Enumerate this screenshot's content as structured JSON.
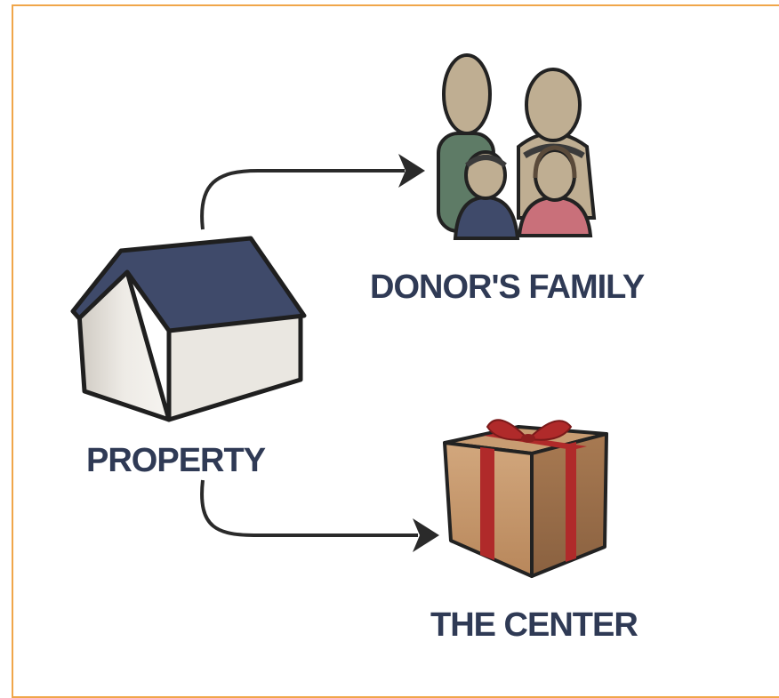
{
  "labels": {
    "property": "PROPERTY",
    "donors_family": "DONOR'S FAMILY",
    "the_center": "THE CENTER"
  },
  "colors": {
    "frame_border": "#f0a64a",
    "label_text": "#2f3a55",
    "roof": "#3f4a6a",
    "house_wall": "#ece9e3",
    "arrow": "#2a2a2a",
    "box": "#c69a71",
    "ribbon": "#b02a2a",
    "skin": "#bfae92",
    "shirt_green": "#5e7b66",
    "shirt_navy": "#3f4a6a",
    "shirt_pink": "#c9707a"
  },
  "icons": {
    "property": "house-icon",
    "donors_family": "family-icon",
    "the_center": "gift-box-icon"
  }
}
